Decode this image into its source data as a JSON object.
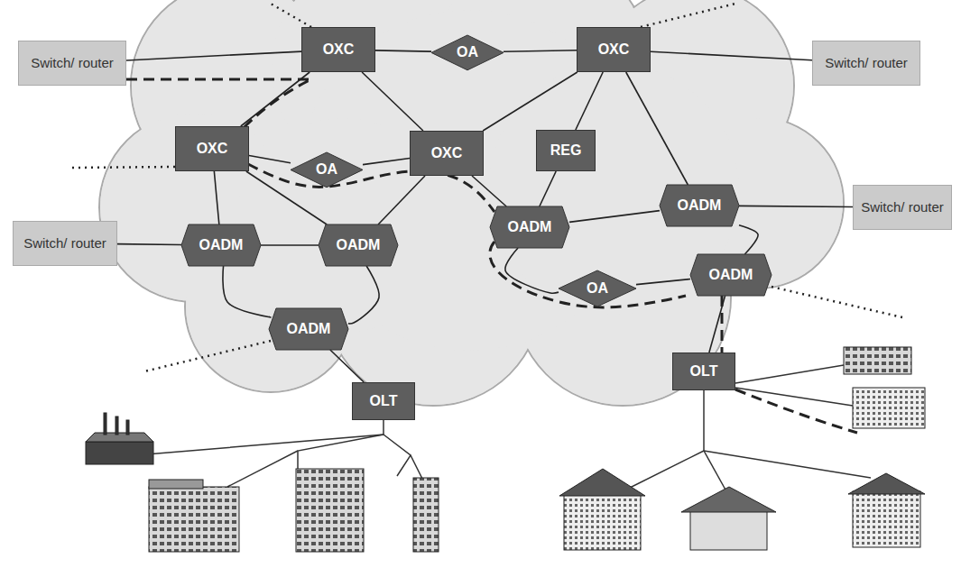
{
  "diagram": {
    "nodes": [
      {
        "text": [
          "Switch/ router"
        ]
      },
      {
        "text": [
          "OXC"
        ]
      },
      {
        "text": [
          "OA"
        ]
      },
      {
        "text": [
          "OXC"
        ]
      },
      {
        "text": [
          "Switch/ router"
        ]
      },
      {
        "text": [
          "OXC"
        ]
      },
      {
        "text": [
          "OA"
        ]
      },
      {
        "text": [
          "OXC"
        ]
      },
      {
        "text": [
          "REG"
        ]
      },
      {
        "text": [
          "OADM"
        ]
      },
      {
        "text": [
          "Switch/ router"
        ]
      },
      {
        "text": [
          "Switch/ router"
        ]
      },
      {
        "text": [
          "OADM"
        ]
      },
      {
        "text": [
          "OADM"
        ]
      },
      {
        "text": [
          "OADM"
        ]
      },
      {
        "text": [
          "OA"
        ]
      },
      {
        "text": [
          "OADM"
        ]
      },
      {
        "text": [
          "OADM"
        ]
      },
      {
        "text": [
          "OLT"
        ]
      },
      {
        "text": [
          "OLT"
        ]
      }
    ],
    "edges": [
      {
        "from": 0,
        "to": 1,
        "arrow": "none"
      },
      {
        "from": 1,
        "to": 2,
        "arrow": "none"
      },
      {
        "from": 2,
        "to": 3,
        "arrow": "none"
      },
      {
        "from": 3,
        "to": 4,
        "arrow": "none"
      },
      {
        "from": 1,
        "to": 5,
        "arrow": "none"
      },
      {
        "from": 1,
        "to": 7,
        "arrow": "none"
      },
      {
        "from": 3,
        "to": 7,
        "arrow": "none"
      },
      {
        "from": 3,
        "to": 8,
        "arrow": "none"
      },
      {
        "from": 3,
        "to": 9,
        "arrow": "none"
      },
      {
        "from": 5,
        "to": 6,
        "arrow": "none"
      },
      {
        "from": 6,
        "to": 7,
        "arrow": "none"
      },
      {
        "from": 5,
        "to": 12,
        "arrow": "none"
      },
      {
        "from": 5,
        "to": 13,
        "arrow": "none"
      },
      {
        "from": 7,
        "to": 13,
        "arrow": "none"
      },
      {
        "from": 7,
        "to": 14,
        "arrow": "none"
      },
      {
        "from": 8,
        "to": 14,
        "arrow": "none"
      },
      {
        "from": 9,
        "to": 10,
        "arrow": "none"
      },
      {
        "from": 11,
        "to": 12,
        "arrow": "none"
      },
      {
        "from": 12,
        "to": 13,
        "arrow": "none"
      },
      {
        "from": 12,
        "to": 17,
        "arrow": "none"
      },
      {
        "from": 13,
        "to": 17,
        "arrow": "none"
      },
      {
        "from": 14,
        "to": 9,
        "arrow": "none"
      },
      {
        "from": 14,
        "to": 15,
        "arrow": "none"
      },
      {
        "from": 15,
        "to": 16,
        "arrow": "none"
      },
      {
        "from": 9,
        "to": 16,
        "arrow": "none"
      },
      {
        "from": 16,
        "to": 19,
        "arrow": "none"
      },
      {
        "from": 17,
        "to": 18,
        "arrow": "none"
      }
    ]
  }
}
